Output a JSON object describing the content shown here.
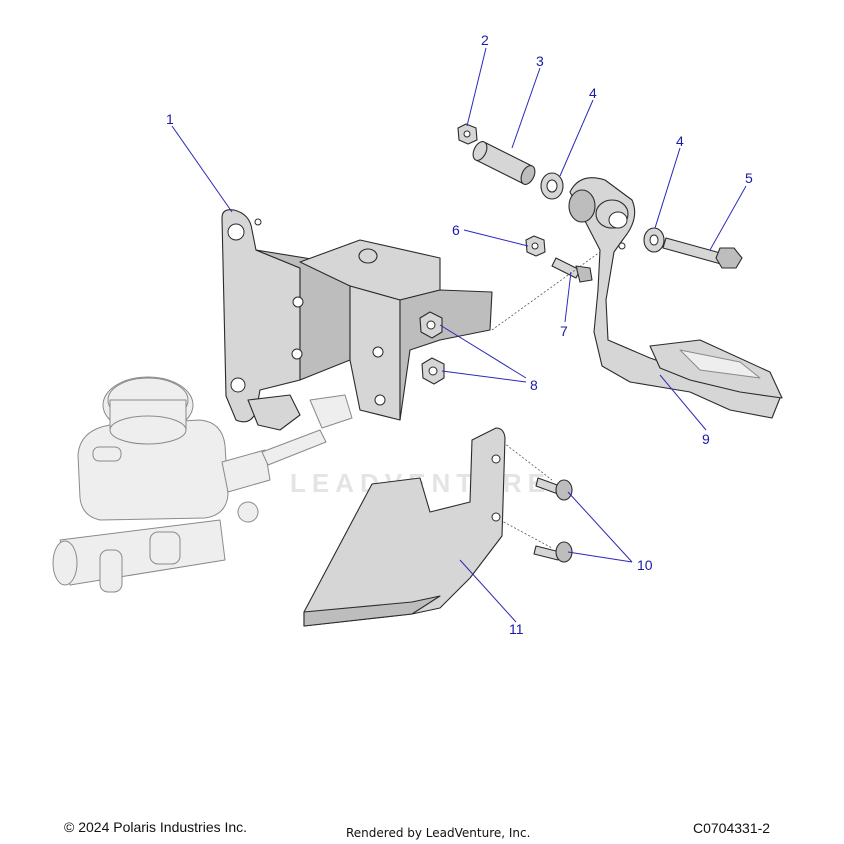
{
  "callouts": [
    "1",
    "2",
    "3",
    "4",
    "4",
    "5",
    "6",
    "7",
    "8",
    "9",
    "10",
    "11"
  ],
  "watermark": "LEADVENTURE",
  "footer": {
    "copyright": "© 2024 Polaris Industries Inc.",
    "rendered_by": "Rendered by LeadVenture, Inc.",
    "drawing_id": "C0704331-2"
  },
  "colors": {
    "callout": "#1a1aa8",
    "part_fill": "#d6d6d6",
    "outline": "#2b2b2b"
  }
}
